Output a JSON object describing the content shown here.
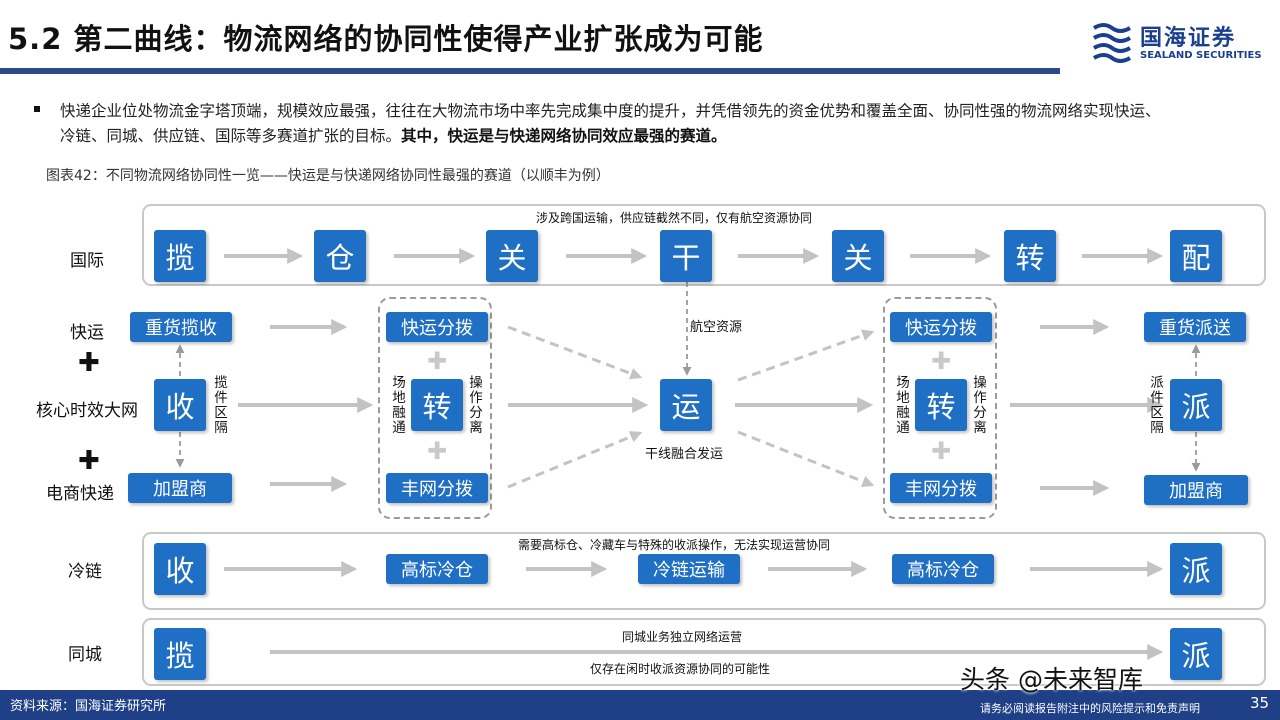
{
  "header": {
    "title": "5.2 第二曲线：物流网络的协同性使得产业扩张成为可能"
  },
  "logo": {
    "name_cn": "国海证券",
    "name_en": "SEALAND SECURITIES"
  },
  "bullet": {
    "text": "快递企业位处物流金字塔顶端，规模效应最强，往往在大物流市场中率先完成集中度的提升，并凭借领先的资金优势和覆盖全面、协同性强的物流网络实现快运、冷链、同城、供应链、国际等多赛道扩张的目标。",
    "bold": "其中，快运是与快递网络协同效应最强的赛道。"
  },
  "figure": {
    "caption": "图表42：不同物流网络协同性一览——快运是与快递网络协同性最强的赛道（以顺丰为例）"
  },
  "diagram": {
    "international": {
      "label": "国际",
      "note": "涉及跨国运输，供应链截然不同，仅有航空资源协同",
      "steps": [
        "揽",
        "仓",
        "关",
        "干",
        "关",
        "转",
        "配"
      ]
    },
    "core": {
      "labels": {
        "freight": "快运",
        "core_net": "核心时效大网",
        "ecom": "电商快递",
        "plus": "✚"
      },
      "collect": "收",
      "heavy_collect": "重货揽收",
      "franchise": "加盟商",
      "collect_zone": "揽件区隔",
      "freight_sort": "快运分拨",
      "ecom_sort": "丰网分拨",
      "transfer": "转",
      "site_merge": "场地融通",
      "op_split": "操作分离",
      "air": "航空资源",
      "transport": "运",
      "trunk_merge": "干线融合发运",
      "deliver": "派",
      "heavy_deliver": "重货派送",
      "deliver_zone": "派件区隔"
    },
    "cold": {
      "label": "冷链",
      "note": "需要高标仓、冷藏车与特殊的收派操作，无法实现运营协同",
      "collect": "收",
      "warehouse": "高标冷仓",
      "transport": "冷链运输",
      "deliver": "派"
    },
    "local": {
      "label": "同城",
      "note_top": "同城业务独立网络运营",
      "note_bottom": "仅存在闲时收派资源协同的可能性",
      "collect": "揽",
      "deliver": "派"
    }
  },
  "footer": {
    "source": "资料来源：国海证券研究所",
    "disclaimer": "请务必阅读报告附注中的风险提示和免责声明",
    "page": "35"
  },
  "watermark": "头条 @未来智库",
  "colors": {
    "box_blue": "#1f6fc4",
    "title_rule": "#2a4a8c",
    "footer_bar": "#1f3f86",
    "arrow_gray": "#c3c3c3"
  }
}
